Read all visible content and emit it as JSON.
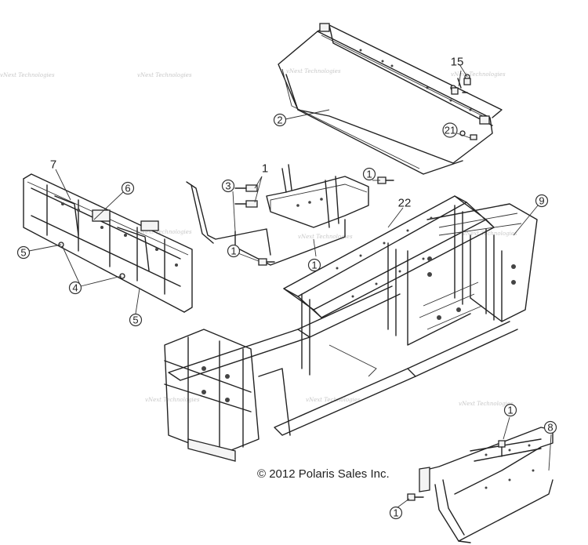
{
  "callouts": {
    "c1": "1",
    "c2": "2",
    "c3": "3",
    "c4": "4",
    "c5": "5",
    "c6": "6",
    "c7": "7",
    "c8": "8",
    "c9": "9",
    "c15": "15",
    "c21": "21",
    "c22": "22"
  },
  "watermark_text": "vNext Technologies",
  "copyright": "© 2012 Polaris Sales Inc."
}
